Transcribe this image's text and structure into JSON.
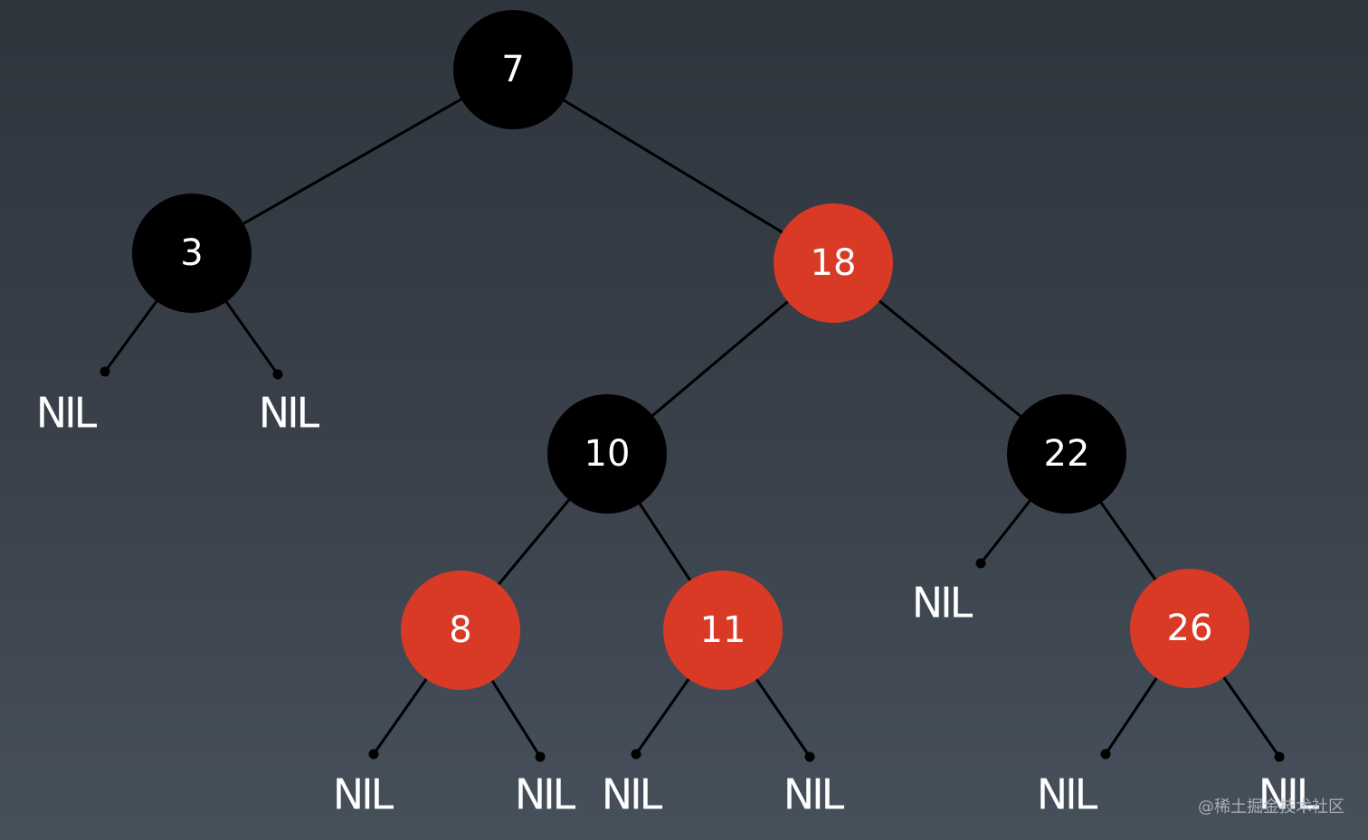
{
  "tree": {
    "colors": {
      "black": "#000000",
      "red": "#d93a26",
      "text": "#ffffff"
    },
    "nodes": [
      {
        "id": "n7",
        "label": "7",
        "color": "black"
      },
      {
        "id": "n3",
        "label": "3",
        "color": "black"
      },
      {
        "id": "n18",
        "label": "18",
        "color": "red"
      },
      {
        "id": "n10",
        "label": "10",
        "color": "black"
      },
      {
        "id": "n22",
        "label": "22",
        "color": "black"
      },
      {
        "id": "n8",
        "label": "8",
        "color": "red"
      },
      {
        "id": "n11",
        "label": "11",
        "color": "red"
      },
      {
        "id": "n26",
        "label": "26",
        "color": "red"
      }
    ],
    "edges": [
      {
        "from": "n7",
        "to": "n3"
      },
      {
        "from": "n7",
        "to": "n18"
      },
      {
        "from": "n18",
        "to": "n10"
      },
      {
        "from": "n18",
        "to": "n22"
      },
      {
        "from": "n10",
        "to": "n8"
      },
      {
        "from": "n10",
        "to": "n11"
      },
      {
        "from": "n22",
        "to": "n26"
      }
    ],
    "nil_leaves": [
      {
        "parent": "n3",
        "side": "left",
        "label": "NIL"
      },
      {
        "parent": "n3",
        "side": "right",
        "label": "NIL"
      },
      {
        "parent": "n8",
        "side": "left",
        "label": "NIL"
      },
      {
        "parent": "n8",
        "side": "right",
        "label": "NIL"
      },
      {
        "parent": "n11",
        "side": "left",
        "label": "NIL"
      },
      {
        "parent": "n11",
        "side": "right",
        "label": "NIL"
      },
      {
        "parent": "n22",
        "side": "left",
        "label": "NIL"
      },
      {
        "parent": "n26",
        "side": "left",
        "label": "NIL"
      },
      {
        "parent": "n26",
        "side": "right",
        "label": "NIL"
      }
    ]
  },
  "watermark": "@稀土掘金技术社区"
}
